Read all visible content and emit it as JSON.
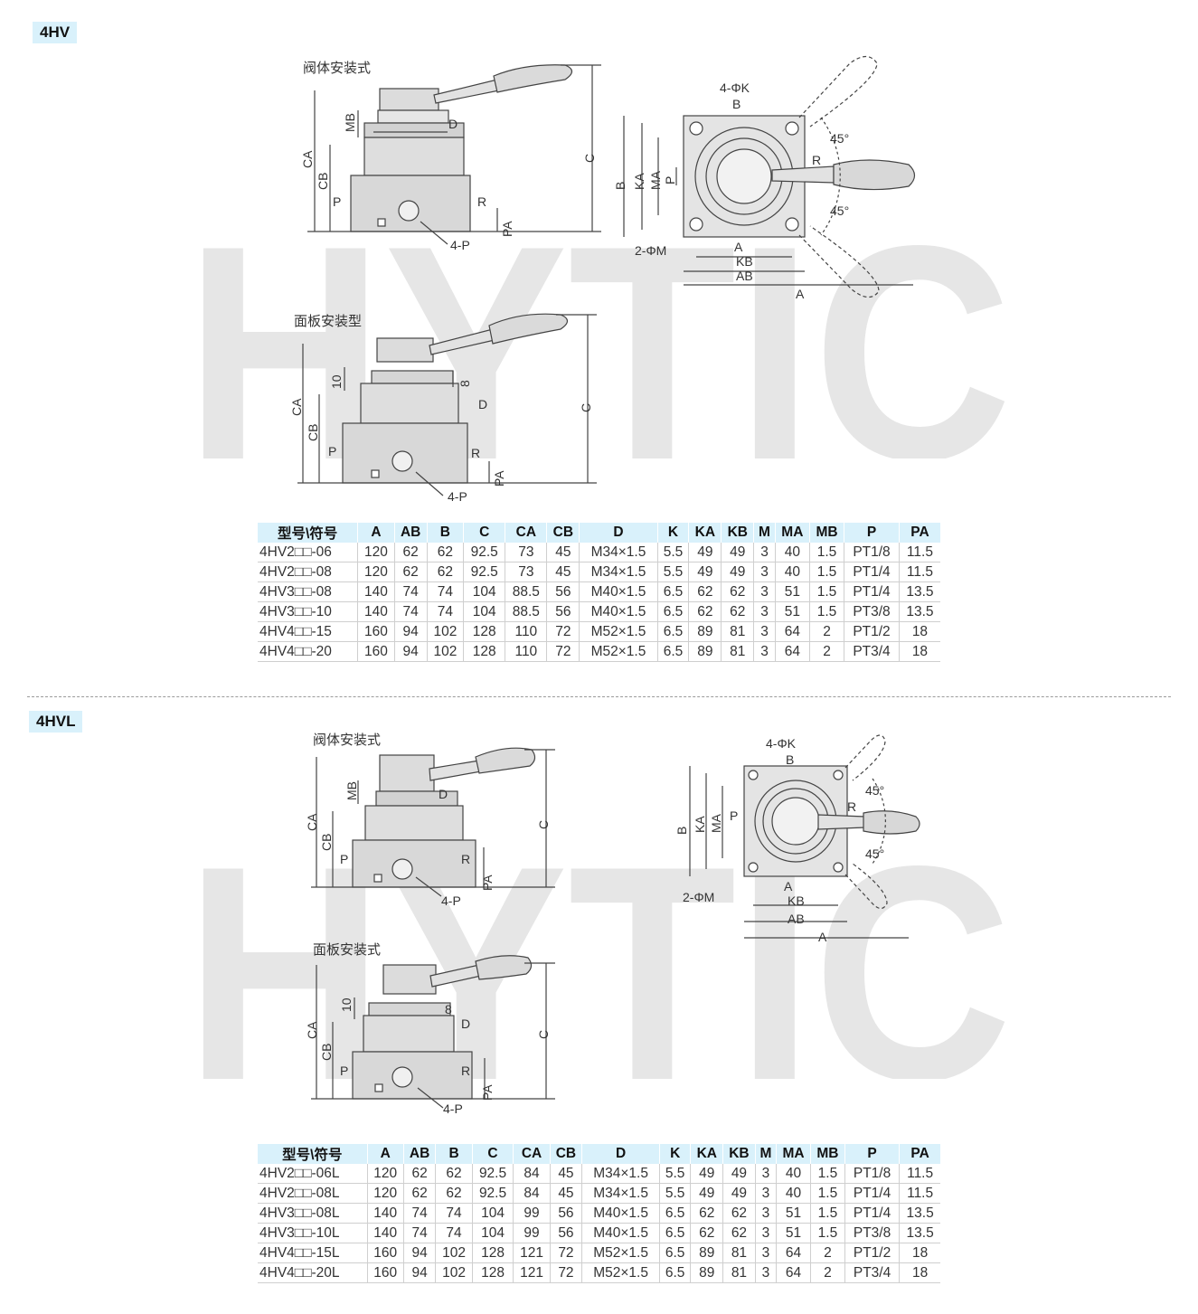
{
  "watermark": "HYTIC",
  "sections": [
    {
      "tag": "4HV",
      "views": {
        "body_mount": "阀体安装式",
        "panel_mount": "面板安装型"
      },
      "labels": {
        "CA": "CA",
        "CB": "CB",
        "C": "C",
        "MB": "MB",
        "D": "D",
        "P": "P",
        "R": "R",
        "PA": "PA",
        "port": "4-P",
        "A": "A",
        "AB": "AB",
        "B": "B",
        "KA": "KA",
        "KB": "KB",
        "MA": "MA",
        "K": "4-ΦK",
        "M": "2-ΦM",
        "angle1": "45°",
        "angle2": "45°",
        "d10": "10",
        "d8": "8"
      },
      "table": {
        "headers": [
          "型号\\符号",
          "A",
          "AB",
          "B",
          "C",
          "CA",
          "CB",
          "D",
          "K",
          "KA",
          "KB",
          "M",
          "MA",
          "MB",
          "P",
          "PA"
        ],
        "rows": [
          [
            "4HV2□□-06",
            "120",
            "62",
            "62",
            "92.5",
            "73",
            "45",
            "M34×1.5",
            "5.5",
            "49",
            "49",
            "3",
            "40",
            "1.5",
            "PT1/8",
            "11.5"
          ],
          [
            "4HV2□□-08",
            "120",
            "62",
            "62",
            "92.5",
            "73",
            "45",
            "M34×1.5",
            "5.5",
            "49",
            "49",
            "3",
            "40",
            "1.5",
            "PT1/4",
            "11.5"
          ],
          [
            "4HV3□□-08",
            "140",
            "74",
            "74",
            "104",
            "88.5",
            "56",
            "M40×1.5",
            "6.5",
            "62",
            "62",
            "3",
            "51",
            "1.5",
            "PT1/4",
            "13.5"
          ],
          [
            "4HV3□□-10",
            "140",
            "74",
            "74",
            "104",
            "88.5",
            "56",
            "M40×1.5",
            "6.5",
            "62",
            "62",
            "3",
            "51",
            "1.5",
            "PT3/8",
            "13.5"
          ],
          [
            "4HV4□□-15",
            "160",
            "94",
            "102",
            "128",
            "110",
            "72",
            "M52×1.5",
            "6.5",
            "89",
            "81",
            "3",
            "64",
            "2",
            "PT1/2",
            "18"
          ],
          [
            "4HV4□□-20",
            "160",
            "94",
            "102",
            "128",
            "110",
            "72",
            "M52×1.5",
            "6.5",
            "89",
            "81",
            "3",
            "64",
            "2",
            "PT3/4",
            "18"
          ]
        ]
      }
    },
    {
      "tag": "4HVL",
      "views": {
        "body_mount": "阀体安装式",
        "panel_mount": "面板安装式"
      },
      "labels": {
        "CA": "CA",
        "CB": "CB",
        "C": "C",
        "MB": "MB",
        "D": "D",
        "P": "P",
        "R": "R",
        "PA": "PA",
        "port": "4-P",
        "A": "A",
        "AB": "AB",
        "B": "B",
        "KA": "KA",
        "KB": "KB",
        "MA": "MA",
        "K": "4-ΦK",
        "M": "2-ΦM",
        "angle1": "45°",
        "angle2": "45°",
        "d10": "10",
        "d8": "8"
      },
      "table": {
        "headers": [
          "型号\\符号",
          "A",
          "AB",
          "B",
          "C",
          "CA",
          "CB",
          "D",
          "K",
          "KA",
          "KB",
          "M",
          "MA",
          "MB",
          "P",
          "PA"
        ],
        "rows": [
          [
            "4HV2□□-06L",
            "120",
            "62",
            "62",
            "92.5",
            "84",
            "45",
            "M34×1.5",
            "5.5",
            "49",
            "49",
            "3",
            "40",
            "1.5",
            "PT1/8",
            "11.5"
          ],
          [
            "4HV2□□-08L",
            "120",
            "62",
            "62",
            "92.5",
            "84",
            "45",
            "M34×1.5",
            "5.5",
            "49",
            "49",
            "3",
            "40",
            "1.5",
            "PT1/4",
            "11.5"
          ],
          [
            "4HV3□□-08L",
            "140",
            "74",
            "74",
            "104",
            "99",
            "56",
            "M40×1.5",
            "6.5",
            "62",
            "62",
            "3",
            "51",
            "1.5",
            "PT1/4",
            "13.5"
          ],
          [
            "4HV3□□-10L",
            "140",
            "74",
            "74",
            "104",
            "99",
            "56",
            "M40×1.5",
            "6.5",
            "62",
            "62",
            "3",
            "51",
            "1.5",
            "PT3/8",
            "13.5"
          ],
          [
            "4HV4□□-15L",
            "160",
            "94",
            "102",
            "128",
            "121",
            "72",
            "M52×1.5",
            "6.5",
            "89",
            "81",
            "3",
            "64",
            "2",
            "PT1/2",
            "18"
          ],
          [
            "4HV4□□-20L",
            "160",
            "94",
            "102",
            "128",
            "121",
            "72",
            "M52×1.5",
            "6.5",
            "89",
            "81",
            "3",
            "64",
            "2",
            "PT3/4",
            "18"
          ]
        ]
      }
    }
  ]
}
